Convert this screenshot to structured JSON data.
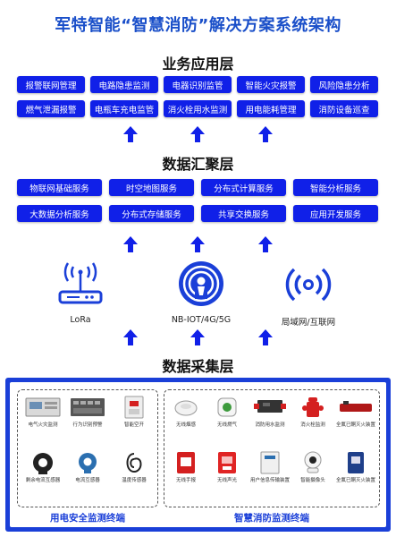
{
  "title": "军特智能“智慧消防”解决方案系统架构",
  "business": {
    "title": "业务应用层",
    "row1": [
      "报警联网管理",
      "电路隐患监测",
      "电器识别监管",
      "智能火灾报警",
      "风险隐患分析"
    ],
    "row2": [
      "燃气泄漏报警",
      "电瓶车充电监管",
      "消火栓用水监测",
      "用电能耗管理",
      "消防设备巡查"
    ]
  },
  "data_layer": {
    "title": "数据汇聚层",
    "row1": [
      "物联网基础服务",
      "时空地图服务",
      "分布式计算服务",
      "智能分析服务"
    ],
    "row2": [
      "大数据分析服务",
      "分布式存储服务",
      "共享交换服务",
      "应用开发服务"
    ]
  },
  "networks": [
    {
      "label": "LoRa",
      "icon": "router-icon"
    },
    {
      "label": "NB-IOT/4G/5G",
      "icon": "cellular-signal-icon"
    },
    {
      "label": "局域网/互联网",
      "icon": "wireless-signal-icon"
    }
  ],
  "collect": {
    "title": "数据采集层",
    "left_panel": {
      "label": "用电安全监测终端",
      "devices": [
        "电气火灾监测",
        "行为识别预警",
        "智能空开",
        "剩余电流互感器",
        "电流互感器",
        "温度传感器"
      ]
    },
    "right_panel": {
      "label": "智慧消防监测终端",
      "devices": [
        "无线烟感",
        "无线燃气",
        "消防用水监测",
        "消火栓监测",
        "全氟已酮灭火装置",
        "无线手报",
        "无线声光",
        "用户信息传输装置",
        "智能摄像头",
        "全氟已酮灭火装置"
      ]
    }
  },
  "colors": {
    "accent": "#1020e8",
    "title": "#1a4fc9"
  }
}
